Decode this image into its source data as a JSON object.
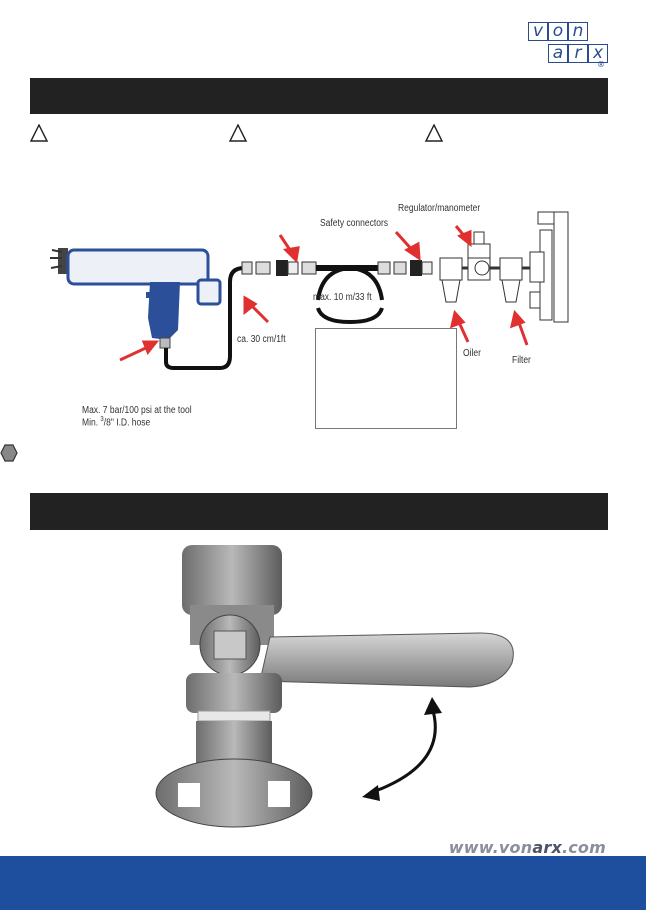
{
  "logo": {
    "letters": [
      "v",
      "o",
      "n",
      "a",
      "r",
      "x"
    ],
    "registered": "®",
    "color": "#2a4b8d"
  },
  "diagram": {
    "labels": {
      "regulator": "Regulator/manometer",
      "safety_connectors": "Safety connectors",
      "max_length": "max. 10 m/33 ft",
      "short_hose": "ca. 30 cm/1ft",
      "oiler": "Oiler",
      "filter": "Filter",
      "pressure_line1": "Max. 7 bar/100 psi at the tool",
      "pressure_line2_prefix": "Min. ",
      "pressure_line2_sup": "3",
      "pressure_line2_sub": "/8",
      "pressure_line2_suffix": "\" I.D. hose"
    },
    "arrow_color": "#e03030",
    "tool_color": "#2c4f9a"
  },
  "footer": {
    "url_prefix": "www.von",
    "url_highlight": "arx",
    "url_suffix": ".com",
    "color": "#1d4f9e"
  }
}
